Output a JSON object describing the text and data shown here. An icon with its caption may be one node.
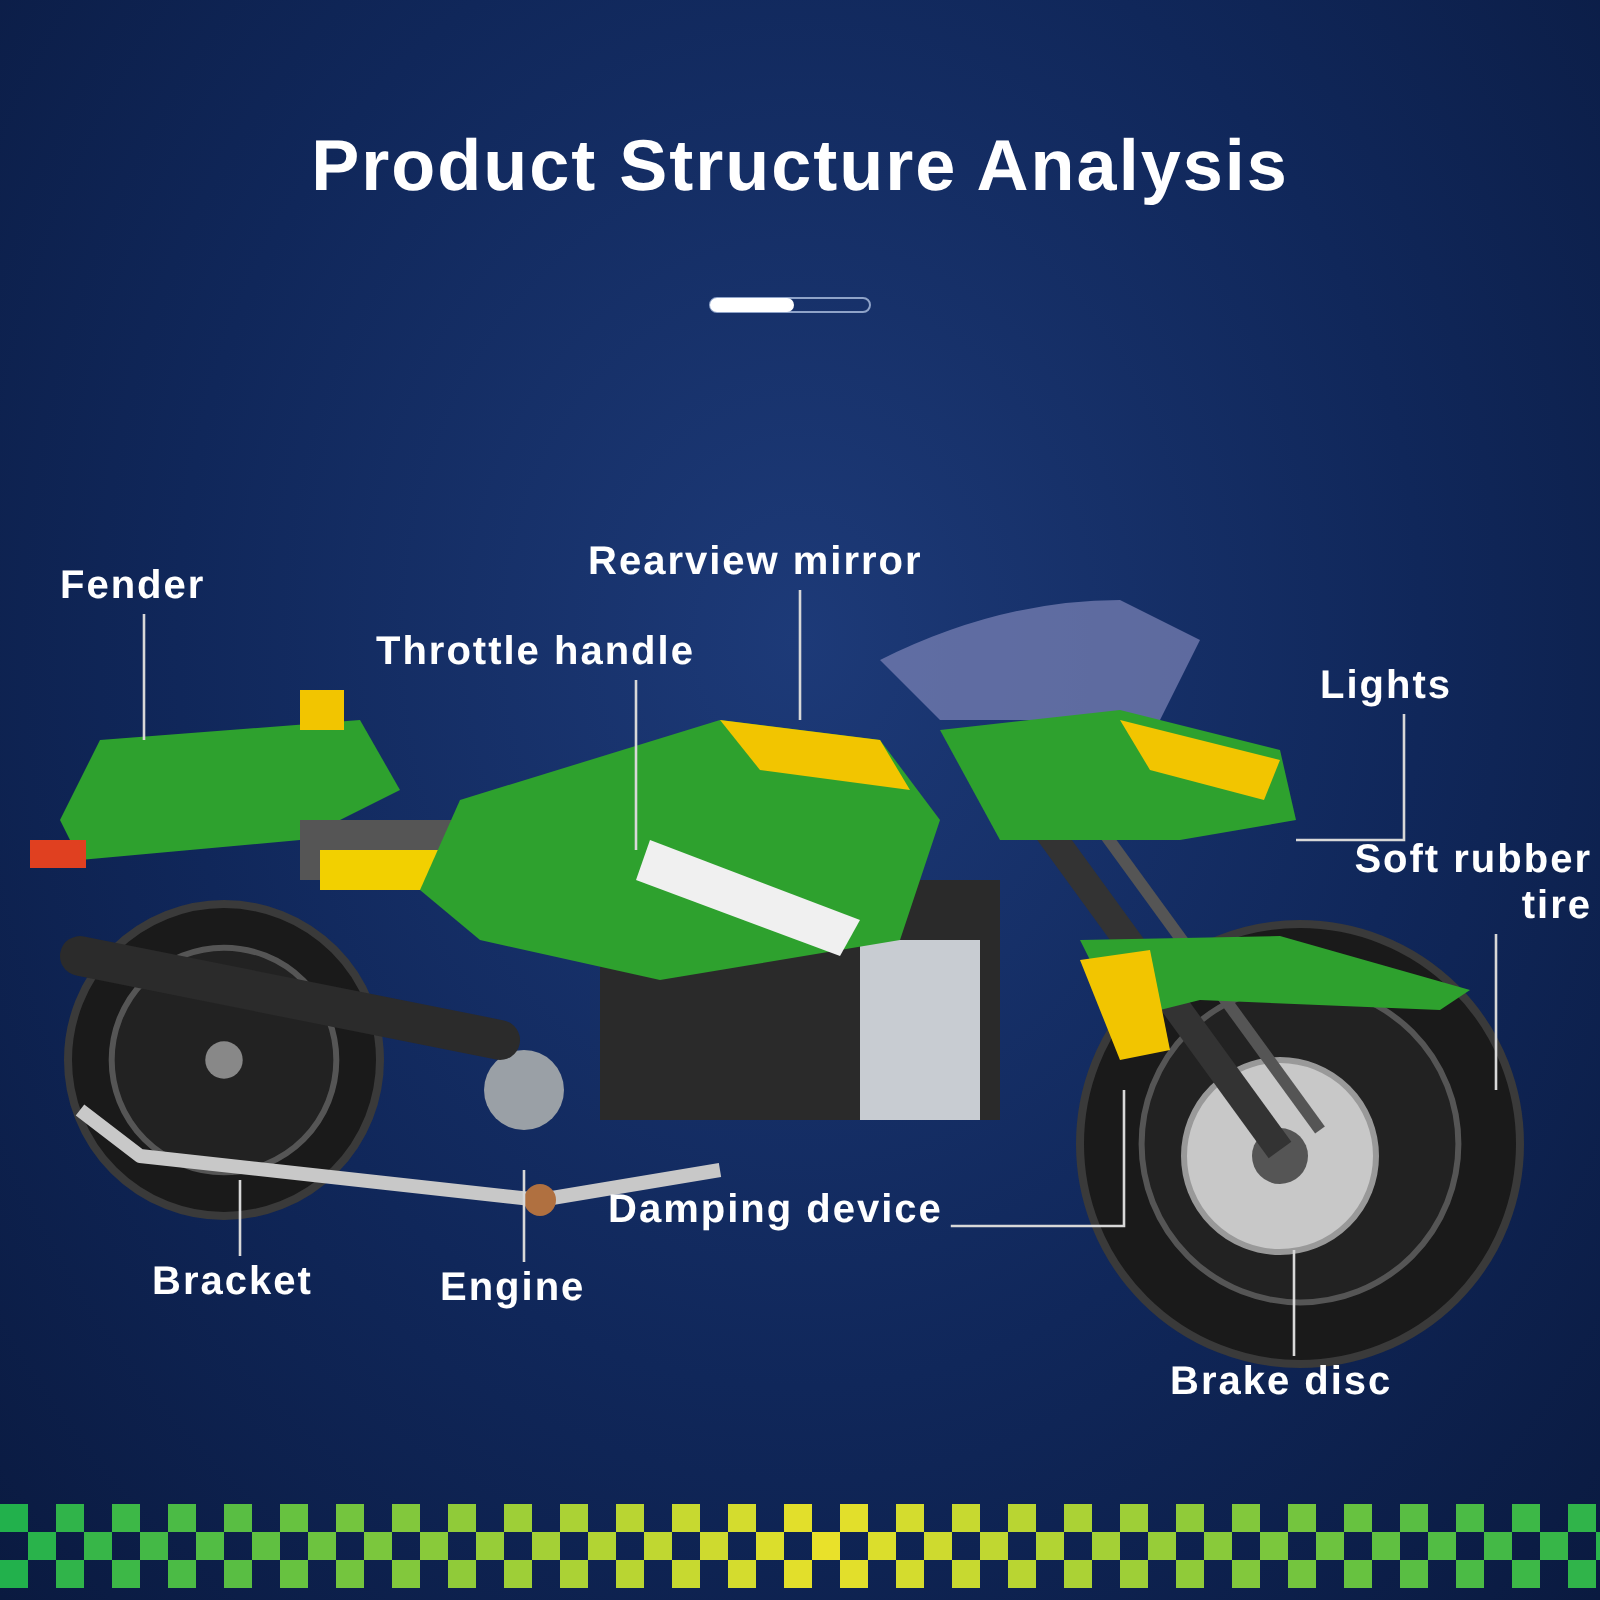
{
  "diagram": {
    "title": "Product Structure Analysis",
    "nodes": [
      {
        "text": [
          "Fender"
        ]
      },
      {
        "text": [
          "Rearview mirror"
        ]
      },
      {
        "text": [
          "Throttle handle"
        ]
      },
      {
        "text": [
          "Lights"
        ]
      },
      {
        "text": [
          "Soft rubber tire"
        ]
      },
      {
        "text": [
          "Damping device"
        ]
      },
      {
        "text": [
          "Bracket"
        ]
      },
      {
        "text": [
          "Engine"
        ]
      },
      {
        "text": [
          "Brake disc"
        ]
      }
    ],
    "edges": [
      {
        "from": 0,
        "to": null,
        "arrow": "none"
      },
      {
        "from": 1,
        "to": null,
        "arrow": "none"
      },
      {
        "from": 2,
        "to": null,
        "arrow": "none"
      },
      {
        "from": 3,
        "to": null,
        "arrow": "none"
      },
      {
        "from": 4,
        "to": null,
        "arrow": "none"
      },
      {
        "from": 5,
        "to": null,
        "arrow": "none"
      },
      {
        "from": 6,
        "to": null,
        "arrow": "none"
      },
      {
        "from": 7,
        "to": null,
        "arrow": "none"
      },
      {
        "from": 8,
        "to": null,
        "arrow": "none"
      }
    ]
  }
}
